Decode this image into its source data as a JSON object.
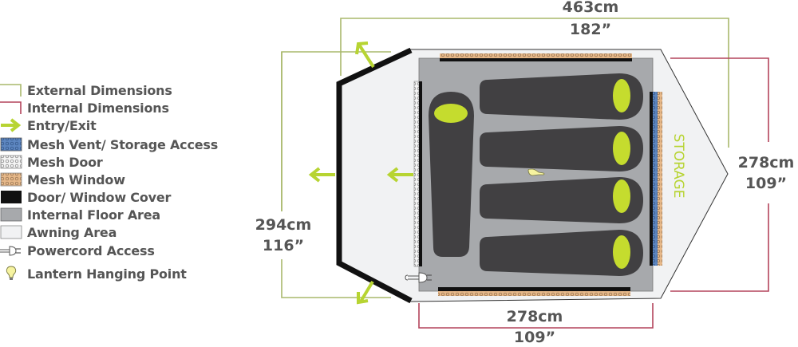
{
  "legend": {
    "items": [
      {
        "key": "external",
        "label": "External Dimensions"
      },
      {
        "key": "internal",
        "label": "Internal Dimensions"
      },
      {
        "key": "entry",
        "label": "Entry/Exit"
      },
      {
        "key": "mesh_vent",
        "label": "Mesh Vent/ Storage Access"
      },
      {
        "key": "mesh_door",
        "label": "Mesh Door"
      },
      {
        "key": "mesh_window",
        "label": "Mesh Window"
      },
      {
        "key": "cover",
        "label": "Door/ Window Cover"
      },
      {
        "key": "floor",
        "label": "Internal Floor Area"
      },
      {
        "key": "awning",
        "label": "Awning Area"
      },
      {
        "key": "powercord",
        "label": "Powercord Access"
      },
      {
        "key": "lantern",
        "label": "Lantern Hanging Point"
      }
    ]
  },
  "dimensions": {
    "external_length": {
      "cm": "463cm",
      "in": "182”"
    },
    "external_width": {
      "cm": "294cm",
      "in": "116”"
    },
    "internal_width_right": {
      "cm": "278cm",
      "in": "109”"
    },
    "internal_length_bottom": {
      "cm": "278cm",
      "in": "109”"
    }
  },
  "labels": {
    "storage": "STORAGE"
  },
  "colors": {
    "external_line": "#a9b86c",
    "internal_line": "#b4445c",
    "entry_arrow": "#b7d432",
    "mesh_vent": "#5d86c0",
    "mesh_window": "#e6b889",
    "cover": "#111111",
    "floor": "#a7a9ac",
    "awning": "#f1f2f3",
    "sleeping_bag": "#414042",
    "pillow": "#c5dc2e",
    "lantern": "#f6f3a0"
  },
  "sleeping_bags": {
    "count": 5,
    "orientation": [
      "vertical",
      "horizontal",
      "horizontal",
      "horizontal",
      "horizontal"
    ]
  }
}
